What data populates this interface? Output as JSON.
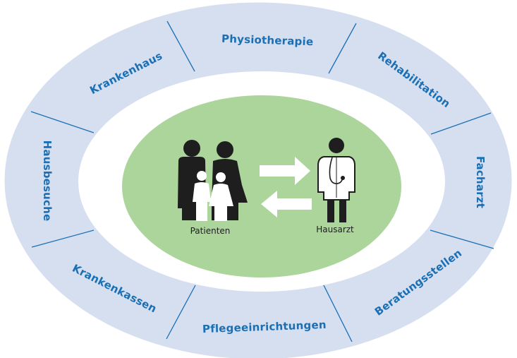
{
  "colors": {
    "ring_fill": "#d5dff0",
    "ring_line": "#1a6fb5",
    "segment_text": "#1a6fb5",
    "inner_white": "#ffffff",
    "center_fill": "#abd59a",
    "figures": "#1e1e1e",
    "children": "#ffffff",
    "arrows": "#ffffff"
  },
  "ring_segments": [
    {
      "id": "physiotherapie",
      "label": "Physiotherapie"
    },
    {
      "id": "rehabilitation",
      "label": "Rehabilitation"
    },
    {
      "id": "facharzt",
      "label": "Facharzt"
    },
    {
      "id": "beratungsstellen",
      "label": "Beratungsstellen"
    },
    {
      "id": "pflegeeinrichtungen",
      "label": "Pflegeeinrichtungen"
    },
    {
      "id": "krankenkassen",
      "label": "Krankenkassen"
    },
    {
      "id": "hausbesuche",
      "label": "Hausbesuche"
    },
    {
      "id": "krankenhaus",
      "label": "Krankenhaus"
    }
  ],
  "center": {
    "patients_label": "Patienten",
    "doctor_label": "Hausarzt"
  },
  "icons": {
    "patients": "family-icon",
    "doctor": "doctor-icon",
    "arrow_to_doctor": "arrow-right-icon",
    "arrow_to_patients": "arrow-left-icon"
  }
}
